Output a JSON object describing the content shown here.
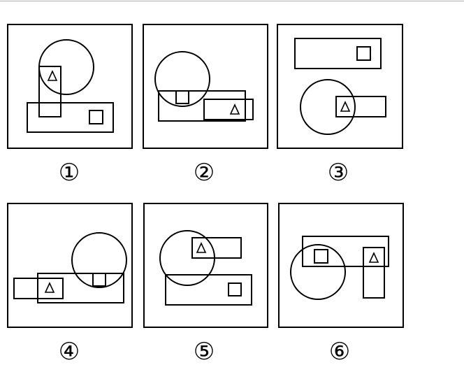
{
  "panels": [
    {
      "label": "①"
    },
    {
      "label": "②"
    },
    {
      "label": "③"
    },
    {
      "label": "④"
    },
    {
      "label": "⑤"
    },
    {
      "label": "⑥"
    }
  ],
  "colors": {
    "stroke": "#000000",
    "background": "#ffffff"
  },
  "shapes": [
    "circle",
    "rectangle",
    "square",
    "triangle"
  ]
}
